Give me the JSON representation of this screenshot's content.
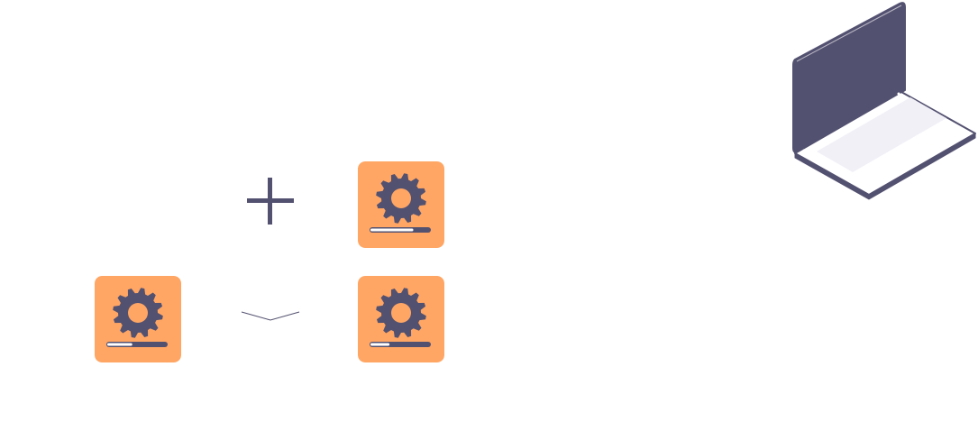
{
  "colors": {
    "background": "#ffffff",
    "tile_fill": "#ffa664",
    "gear": "#535170",
    "progress_track": "#535170",
    "progress_fill": "#ffffff",
    "laptop_screen": "#535170",
    "laptop_keyboard": "#f1f0f7",
    "laptop_body": "#ffffff",
    "laptop_outline": "#535170"
  },
  "tiles": [
    {
      "name": "gear-tile-top-right",
      "icon": "gear-icon",
      "progress": 0.72
    },
    {
      "name": "gear-tile-bottom-left",
      "icon": "gear-icon",
      "progress": 0.42
    },
    {
      "name": "gear-tile-bottom-right",
      "icon": "gear-icon",
      "progress": 0.32
    }
  ],
  "icons": {
    "plus": "plus-icon",
    "chevron": "chevron-down-icon",
    "laptop": "laptop-icon"
  }
}
